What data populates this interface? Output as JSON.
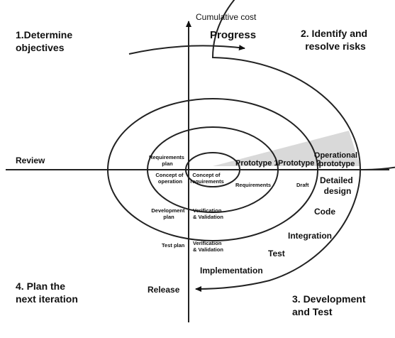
{
  "axis": {
    "cumulative_cost": "Cumulative cost",
    "progress": "Progress",
    "review": "Review",
    "release": "Release"
  },
  "quadrants": {
    "q1": [
      "1.Determine",
      "objectives"
    ],
    "q2": [
      "2. Identify and",
      "resolve risks"
    ],
    "q3": [
      "3. Development",
      "and Test"
    ],
    "q4": [
      "4. Plan the",
      "next iteration"
    ]
  },
  "inner": {
    "requirements_plan": [
      "Requirements",
      "plan"
    ],
    "concept_of_operation": [
      "Concept of",
      "operation"
    ],
    "concept_of_requirements": [
      "Concept of",
      "requirements"
    ],
    "requirements": "Requirements",
    "development_plan": [
      "Development",
      "plan"
    ],
    "verification_validation_1": [
      "Verification",
      "& Validation"
    ],
    "test_plan": "Test plan",
    "verification_validation_2": [
      "Verification",
      "& Validation"
    ],
    "draft": "Draft"
  },
  "prototypes": {
    "p1": "Prototype 1",
    "p2": "Prototype 2",
    "operational": [
      "Operational",
      "prototype"
    ]
  },
  "phases": {
    "detailed_design": [
      "Detailed",
      "design"
    ],
    "code": "Code",
    "integration": "Integration",
    "test": "Test",
    "implementation": "Implementation"
  },
  "colors": {
    "stroke": "#222222",
    "risk_wedge": "#d9d9d9",
    "background": "#ffffff"
  }
}
